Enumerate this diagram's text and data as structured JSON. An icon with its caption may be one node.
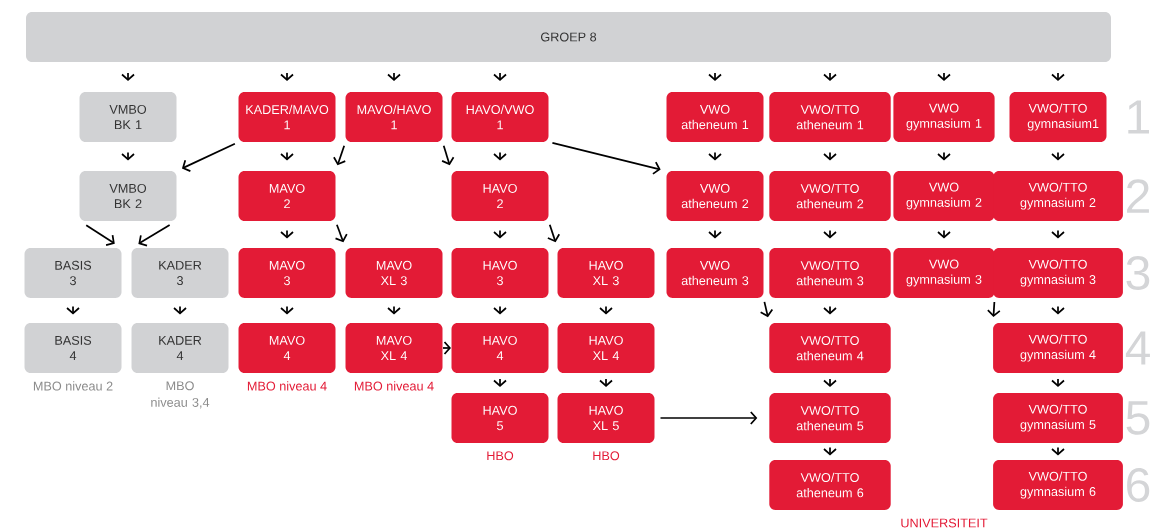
{
  "diagram": {
    "nodes": [
      {
        "text": [
          "GROEP 8"
        ]
      },
      {
        "text": [
          "VMBO BK 1"
        ]
      },
      {
        "text": [
          "KADER/MAVO 1"
        ]
      },
      {
        "text": [
          "MAVO/HAVO 1"
        ]
      },
      {
        "text": [
          "HAVO/VWO 1"
        ]
      },
      {
        "text": [
          "VWO atheneum 1"
        ]
      },
      {
        "text": [
          "VWO/TTO atheneum 1"
        ]
      },
      {
        "text": [
          "VWO gymnasium 1"
        ]
      },
      {
        "text": [
          "VWO/TTO gymnasium1"
        ]
      },
      {
        "text": [
          "VMBO BK 2"
        ]
      },
      {
        "text": [
          "MAVO 2"
        ]
      },
      {
        "text": [
          "HAVO 2"
        ]
      },
      {
        "text": [
          "VWO atheneum 2"
        ]
      },
      {
        "text": [
          "VWO/TTO atheneum 2"
        ]
      },
      {
        "text": [
          "VWO gymnasium 2"
        ]
      },
      {
        "text": [
          "VWO/TTO gymnasium 2"
        ]
      },
      {
        "text": [
          "BASIS 3"
        ]
      },
      {
        "text": [
          "KADER 3"
        ]
      },
      {
        "text": [
          "MAVO 3"
        ]
      },
      {
        "text": [
          "MAVO XL 3"
        ]
      },
      {
        "text": [
          "HAVO 3"
        ]
      },
      {
        "text": [
          "HAVO XL 3"
        ]
      },
      {
        "text": [
          "VWO atheneum 3"
        ]
      },
      {
        "text": [
          "VWO/TTO atheneum 3"
        ]
      },
      {
        "text": [
          "VWO gymnasium 3"
        ]
      },
      {
        "text": [
          "VWO/TTO gymnasium 3"
        ]
      },
      {
        "text": [
          "BASIS 4"
        ],
        "beside": [
          "MBO niveau 2"
        ]
      },
      {
        "text": [
          "KADER 4"
        ],
        "beside": [
          "MBO niveau 3,4"
        ]
      },
      {
        "text": [
          "MAVO 4"
        ],
        "beside": [
          "MBO niveau 4"
        ]
      },
      {
        "text": [
          "MAVO XL 4"
        ],
        "beside": [
          "MBO niveau 4"
        ]
      },
      {
        "text": [
          "HAVO 4"
        ]
      },
      {
        "text": [
          "HAVO XL 4"
        ]
      },
      {
        "text": [
          "VWO/TTO atheneum 4"
        ]
      },
      {
        "text": [
          "VWO/TTO gymnasium 4"
        ]
      },
      {
        "text": [
          "HAVO 5"
        ],
        "beside": [
          "HBO"
        ]
      },
      {
        "text": [
          "HAVO XL 5"
        ],
        "beside": [
          "HBO"
        ]
      },
      {
        "text": [
          "VWO/TTO atheneum 5"
        ]
      },
      {
        "text": [
          "VWO/TTO gymnasium 5"
        ]
      },
      {
        "text": [
          "VWO/TTO atheneum 6"
        ]
      },
      {
        "text": [
          "VWO/TTO gymnasium 6"
        ]
      }
    ],
    "edges": [
      {
        "from": 0,
        "to": 1,
        "arrow": "to"
      },
      {
        "from": 0,
        "to": 2,
        "arrow": "to"
      },
      {
        "from": 0,
        "to": 3,
        "arrow": "to"
      },
      {
        "from": 0,
        "to": 4,
        "arrow": "to"
      },
      {
        "from": 0,
        "to": 5,
        "arrow": "to"
      },
      {
        "from": 0,
        "to": 6,
        "arrow": "to"
      },
      {
        "from": 0,
        "to": 7,
        "arrow": "to"
      },
      {
        "from": 0,
        "to": 8,
        "arrow": "to"
      },
      {
        "from": 1,
        "to": 9,
        "arrow": "to"
      },
      {
        "from": 2,
        "to": 9,
        "arrow": "to"
      },
      {
        "from": 2,
        "to": 10,
        "arrow": "to"
      },
      {
        "from": 3,
        "to": 10,
        "arrow": "to"
      },
      {
        "from": 3,
        "to": 11,
        "arrow": "to"
      },
      {
        "from": 4,
        "to": 11,
        "arrow": "to"
      },
      {
        "from": 4,
        "to": 12,
        "arrow": "to"
      },
      {
        "from": 5,
        "to": 12,
        "arrow": "to"
      },
      {
        "from": 6,
        "to": 13,
        "arrow": "to"
      },
      {
        "from": 7,
        "to": 14,
        "arrow": "to"
      },
      {
        "from": 8,
        "to": 15,
        "arrow": "to"
      },
      {
        "from": 9,
        "to": 16,
        "arrow": "to"
      },
      {
        "from": 9,
        "to": 17,
        "arrow": "to"
      },
      {
        "from": 10,
        "to": 18,
        "arrow": "to"
      },
      {
        "from": 10,
        "to": 19,
        "arrow": "to"
      },
      {
        "from": 11,
        "to": 20,
        "arrow": "to"
      },
      {
        "from": 11,
        "to": 21,
        "arrow": "to"
      },
      {
        "from": 12,
        "to": 22,
        "arrow": "to"
      },
      {
        "from": 13,
        "to": 23,
        "arrow": "to"
      },
      {
        "from": 14,
        "to": 24,
        "arrow": "to"
      },
      {
        "from": 15,
        "to": 25,
        "arrow": "to"
      },
      {
        "from": 16,
        "to": 26,
        "arrow": "to"
      },
      {
        "from": 17,
        "to": 27,
        "arrow": "to"
      },
      {
        "from": 18,
        "to": 28,
        "arrow": "to"
      },
      {
        "from": 19,
        "to": 29,
        "arrow": "to"
      },
      {
        "from": 20,
        "to": 30,
        "arrow": "to"
      },
      {
        "from": 21,
        "to": 31,
        "arrow": "to"
      },
      {
        "from": 22,
        "to": 32,
        "arrow": "to"
      },
      {
        "from": 23,
        "to": 32,
        "arrow": "to"
      },
      {
        "from": 24,
        "to": 33,
        "arrow": "to"
      },
      {
        "from": 25,
        "to": 33,
        "arrow": "to"
      },
      {
        "from": 29,
        "to": 30,
        "arrow": "to"
      },
      {
        "from": 30,
        "to": 34,
        "arrow": "to"
      },
      {
        "from": 31,
        "to": 35,
        "arrow": "to"
      },
      {
        "from": 35,
        "to": 36,
        "arrow": "to"
      },
      {
        "from": 32,
        "to": 36,
        "arrow": "to"
      },
      {
        "from": 33,
        "to": 37,
        "arrow": "to"
      },
      {
        "from": 36,
        "to": 38,
        "arrow": "to"
      },
      {
        "from": 37,
        "to": 39,
        "arrow": "to"
      }
    ],
    "labels": [
      "1",
      "2",
      "3",
      "4",
      "5",
      "6",
      "UNIVERSITEIT"
    ]
  }
}
